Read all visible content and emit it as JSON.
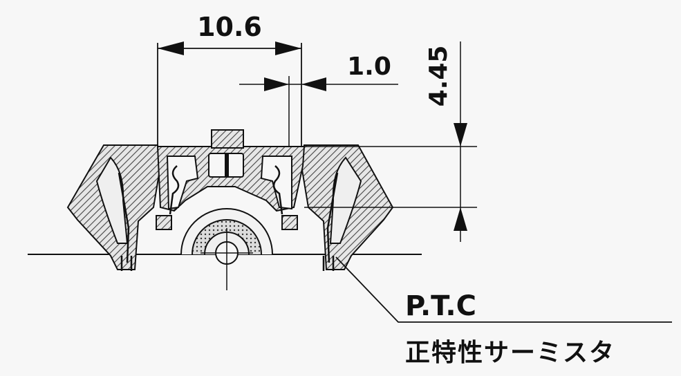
{
  "dimensions": {
    "width_top": "10.6",
    "gap": "1.0",
    "height_right": "4.45"
  },
  "callout": {
    "label": "P.T.C",
    "sublabel": "正特性サーミスタ"
  },
  "colors": {
    "ink": "#111111",
    "paper": "#f7f7f7",
    "hatch": "#555555"
  }
}
